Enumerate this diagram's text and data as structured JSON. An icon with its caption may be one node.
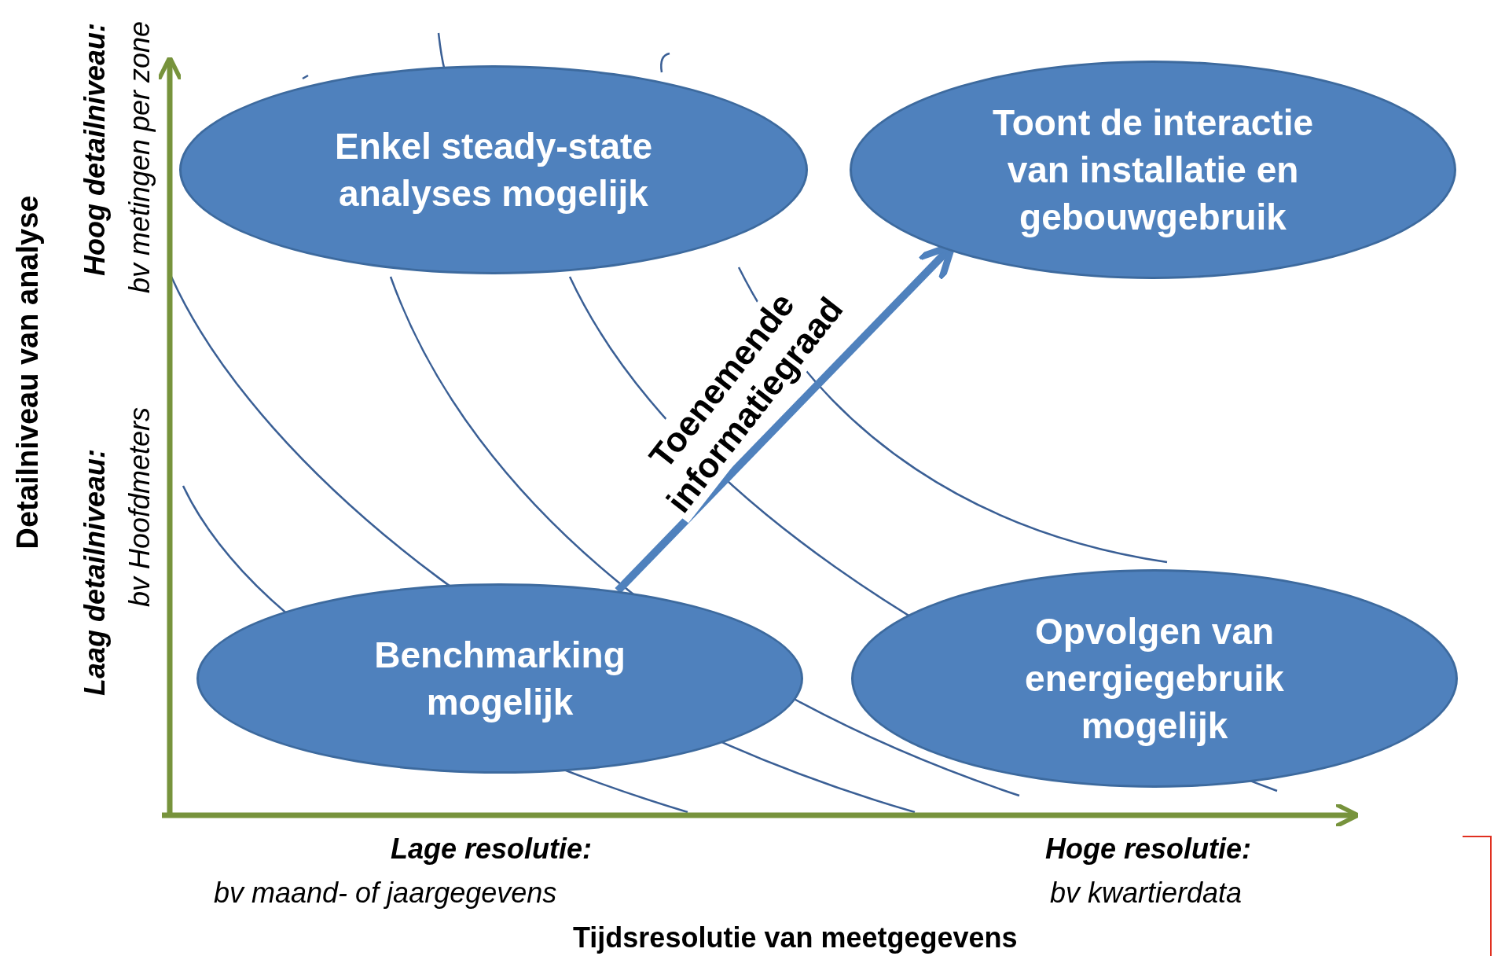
{
  "diagram": {
    "nodes": [
      {
        "text": [
          "Enkel steady-state analyses mogelijk"
        ]
      },
      {
        "text": [
          "Toont de interactie van installatie en gebouwgebruik"
        ]
      },
      {
        "text": [
          "Benchmarking mogelijk"
        ]
      },
      {
        "text": [
          "Opvolgen van energiegebruik mogelijk"
        ]
      }
    ],
    "edges": [
      {
        "from": 2,
        "to": 1,
        "arrow": "to",
        "label": "Toenemende informatiegraad"
      }
    ],
    "labels": [
      "Hoog detailniveau:",
      "bv metingen per zone",
      "Laag detailniveau:",
      "bv Hoofdmeters",
      "Detailniveau van analyse",
      "Lage resolutie:",
      "bv maand- of jaargegevens",
      "Hoge resolutie:",
      "bv kwartierdata",
      "Tijdsresolutie van meetgegevens"
    ]
  }
}
